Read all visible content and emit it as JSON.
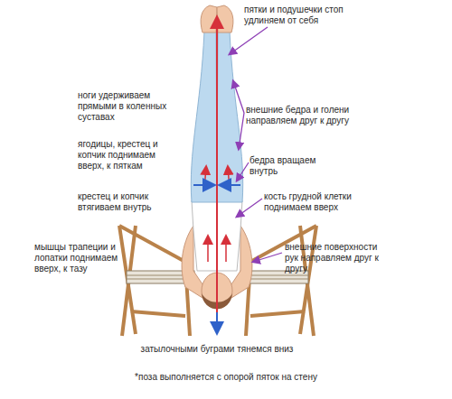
{
  "diagram": {
    "labels": [
      "пятки и подушечки стоп удлиняем от себя",
      "ноги удерживаем прямыми в коленных суставах",
      "внешние бедра и голени направляем друг к другу",
      "ягодицы, крестец и копчик поднимаем вверх, к пяткам",
      "бедра вращаем внутрь",
      "крестец и копчик втягиваем внутрь",
      "кость грудной клетки поднимаем вверх",
      "мышцы трапеции и лопатки поднимаем вверх, к тазу",
      "внешние поверхности рук направляем друг к другу",
      "затылочными буграми тянемся вниз",
      "*поза выполняется с опорой пяток на стену"
    ]
  }
}
